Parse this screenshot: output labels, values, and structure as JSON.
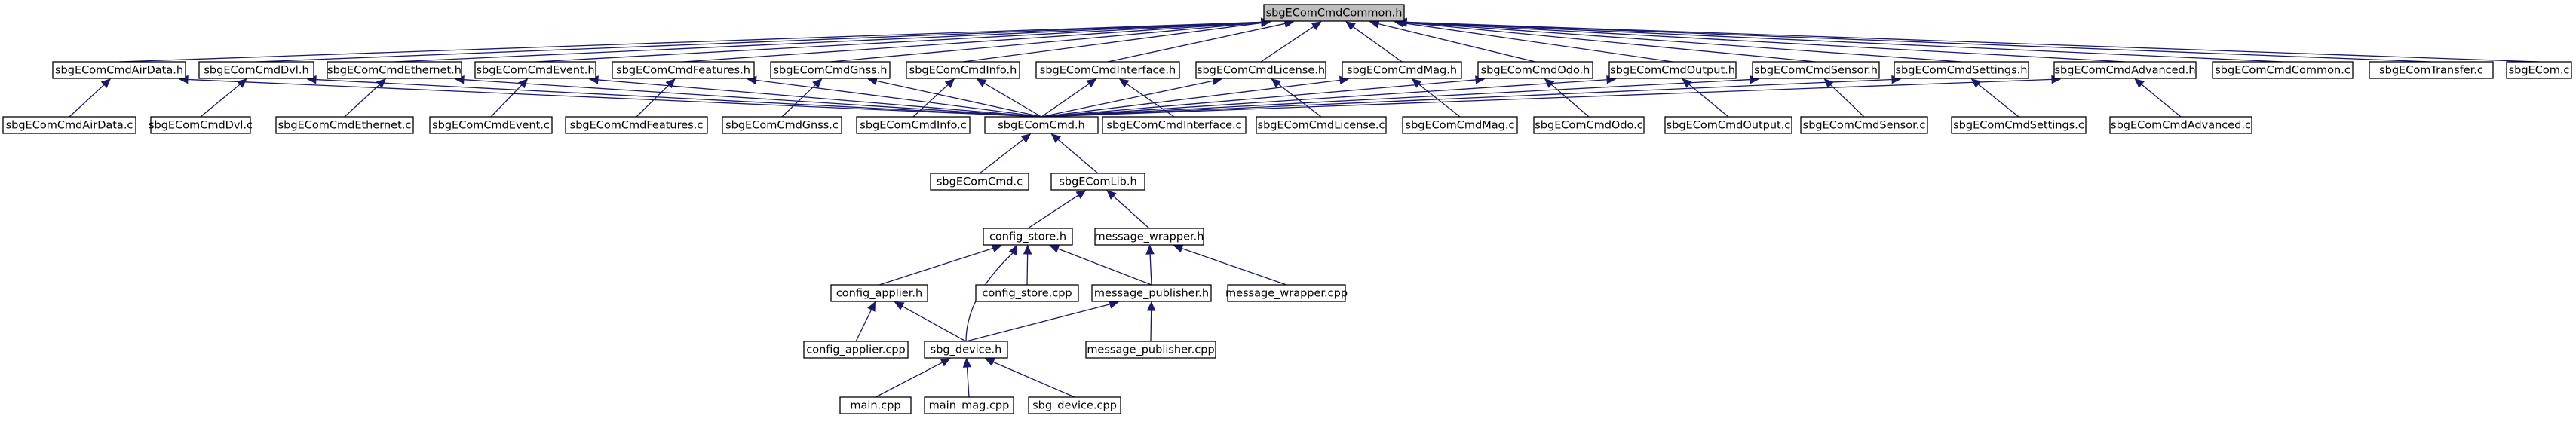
{
  "graph": {
    "root": "sbgEComCmdCommon.h",
    "nodes": [
      {
        "id": "common_h",
        "label": "sbgEComCmdCommon.h"
      },
      {
        "id": "airdata_h",
        "label": "sbgEComCmdAirData.h"
      },
      {
        "id": "dvl_h",
        "label": "sbgEComCmdDvl.h"
      },
      {
        "id": "ethernet_h",
        "label": "sbgEComCmdEthernet.h"
      },
      {
        "id": "event_h",
        "label": "sbgEComCmdEvent.h"
      },
      {
        "id": "features_h",
        "label": "sbgEComCmdFeatures.h"
      },
      {
        "id": "gnss_h",
        "label": "sbgEComCmdGnss.h"
      },
      {
        "id": "info_h",
        "label": "sbgEComCmdInfo.h"
      },
      {
        "id": "interface_h",
        "label": "sbgEComCmdInterface.h"
      },
      {
        "id": "license_h",
        "label": "sbgEComCmdLicense.h"
      },
      {
        "id": "mag_h",
        "label": "sbgEComCmdMag.h"
      },
      {
        "id": "odo_h",
        "label": "sbgEComCmdOdo.h"
      },
      {
        "id": "output_h",
        "label": "sbgEComCmdOutput.h"
      },
      {
        "id": "sensor_h",
        "label": "sbgEComCmdSensor.h"
      },
      {
        "id": "settings_h",
        "label": "sbgEComCmdSettings.h"
      },
      {
        "id": "advanced_h",
        "label": "sbgEComCmdAdvanced.h"
      },
      {
        "id": "common_c",
        "label": "sbgEComCmdCommon.c"
      },
      {
        "id": "transfer_c",
        "label": "sbgEComTransfer.c"
      },
      {
        "id": "ecom_c",
        "label": "sbgECom.c"
      },
      {
        "id": "airdata_c",
        "label": "sbgEComCmdAirData.c"
      },
      {
        "id": "dvl_c",
        "label": "sbgEComCmdDvl.c"
      },
      {
        "id": "ethernet_c",
        "label": "sbgEComCmdEthernet.c"
      },
      {
        "id": "event_c",
        "label": "sbgEComCmdEvent.c"
      },
      {
        "id": "features_c",
        "label": "sbgEComCmdFeatures.c"
      },
      {
        "id": "gnss_c",
        "label": "sbgEComCmdGnss.c"
      },
      {
        "id": "info_c",
        "label": "sbgEComCmdInfo.c"
      },
      {
        "id": "cmd_h",
        "label": "sbgEComCmd.h"
      },
      {
        "id": "interface_c",
        "label": "sbgEComCmdInterface.c"
      },
      {
        "id": "license_c",
        "label": "sbgEComCmdLicense.c"
      },
      {
        "id": "mag_c",
        "label": "sbgEComCmdMag.c"
      },
      {
        "id": "odo_c",
        "label": "sbgEComCmdOdo.c"
      },
      {
        "id": "output_c",
        "label": "sbgEComCmdOutput.c"
      },
      {
        "id": "sensor_c",
        "label": "sbgEComCmdSensor.c"
      },
      {
        "id": "settings_c",
        "label": "sbgEComCmdSettings.c"
      },
      {
        "id": "advanced_c",
        "label": "sbgEComCmdAdvanced.c"
      },
      {
        "id": "cmd_c",
        "label": "sbgEComCmd.c"
      },
      {
        "id": "lib_h",
        "label": "sbgEComLib.h"
      },
      {
        "id": "config_store_h",
        "label": "config_store.h"
      },
      {
        "id": "message_wrapper_h",
        "label": "message_wrapper.h"
      },
      {
        "id": "config_applier_h",
        "label": "config_applier.h"
      },
      {
        "id": "config_store_cpp",
        "label": "config_store.cpp"
      },
      {
        "id": "message_publisher_h",
        "label": "message_publisher.h"
      },
      {
        "id": "message_wrapper_cpp",
        "label": "message_wrapper.cpp"
      },
      {
        "id": "config_applier_cpp",
        "label": "config_applier.cpp"
      },
      {
        "id": "sbg_device_h",
        "label": "sbg_device.h"
      },
      {
        "id": "message_publisher_cpp",
        "label": "message_publisher.cpp"
      },
      {
        "id": "main_cpp",
        "label": "main.cpp"
      },
      {
        "id": "main_mag_cpp",
        "label": "main_mag.cpp"
      },
      {
        "id": "sbg_device_cpp",
        "label": "sbg_device.cpp"
      }
    ],
    "edges": [
      [
        "common_h",
        "airdata_h"
      ],
      [
        "common_h",
        "dvl_h"
      ],
      [
        "common_h",
        "ethernet_h"
      ],
      [
        "common_h",
        "event_h"
      ],
      [
        "common_h",
        "features_h"
      ],
      [
        "common_h",
        "gnss_h"
      ],
      [
        "common_h",
        "info_h"
      ],
      [
        "common_h",
        "interface_h"
      ],
      [
        "common_h",
        "license_h"
      ],
      [
        "common_h",
        "mag_h"
      ],
      [
        "common_h",
        "odo_h"
      ],
      [
        "common_h",
        "output_h"
      ],
      [
        "common_h",
        "sensor_h"
      ],
      [
        "common_h",
        "settings_h"
      ],
      [
        "common_h",
        "advanced_h"
      ],
      [
        "common_h",
        "common_c"
      ],
      [
        "common_h",
        "transfer_c"
      ],
      [
        "common_h",
        "ecom_c"
      ],
      [
        "airdata_h",
        "airdata_c"
      ],
      [
        "airdata_h",
        "cmd_h"
      ],
      [
        "dvl_h",
        "dvl_c"
      ],
      [
        "dvl_h",
        "cmd_h"
      ],
      [
        "ethernet_h",
        "ethernet_c"
      ],
      [
        "ethernet_h",
        "cmd_h"
      ],
      [
        "event_h",
        "event_c"
      ],
      [
        "event_h",
        "cmd_h"
      ],
      [
        "features_h",
        "features_c"
      ],
      [
        "features_h",
        "cmd_h"
      ],
      [
        "gnss_h",
        "gnss_c"
      ],
      [
        "gnss_h",
        "cmd_h"
      ],
      [
        "info_h",
        "info_c"
      ],
      [
        "info_h",
        "cmd_h"
      ],
      [
        "interface_h",
        "interface_c"
      ],
      [
        "interface_h",
        "cmd_h"
      ],
      [
        "license_h",
        "license_c"
      ],
      [
        "license_h",
        "cmd_h"
      ],
      [
        "mag_h",
        "mag_c"
      ],
      [
        "mag_h",
        "cmd_h"
      ],
      [
        "odo_h",
        "odo_c"
      ],
      [
        "odo_h",
        "cmd_h"
      ],
      [
        "output_h",
        "output_c"
      ],
      [
        "output_h",
        "cmd_h"
      ],
      [
        "sensor_h",
        "sensor_c"
      ],
      [
        "sensor_h",
        "cmd_h"
      ],
      [
        "settings_h",
        "settings_c"
      ],
      [
        "settings_h",
        "cmd_h"
      ],
      [
        "advanced_h",
        "advanced_c"
      ],
      [
        "advanced_h",
        "cmd_h"
      ],
      [
        "cmd_h",
        "cmd_c"
      ],
      [
        "cmd_h",
        "lib_h"
      ],
      [
        "lib_h",
        "config_store_h"
      ],
      [
        "lib_h",
        "message_wrapper_h"
      ],
      [
        "config_store_h",
        "config_applier_h"
      ],
      [
        "config_store_h",
        "config_store_cpp"
      ],
      [
        "config_store_h",
        "message_publisher_h"
      ],
      [
        "config_store_h",
        "sbg_device_h"
      ],
      [
        "message_wrapper_h",
        "message_publisher_h"
      ],
      [
        "message_wrapper_h",
        "message_wrapper_cpp"
      ],
      [
        "config_applier_h",
        "config_applier_cpp"
      ],
      [
        "config_applier_h",
        "sbg_device_h"
      ],
      [
        "message_publisher_h",
        "sbg_device_h"
      ],
      [
        "message_publisher_h",
        "message_publisher_cpp"
      ],
      [
        "sbg_device_h",
        "main_cpp"
      ],
      [
        "sbg_device_h",
        "main_mag_cpp"
      ],
      [
        "sbg_device_h",
        "sbg_device_cpp"
      ]
    ]
  },
  "colors": {
    "edge": "#191970",
    "node_border": "#000000",
    "node_fill": "#ffffff",
    "root_fill": "#bfbfbf",
    "background": "#ffffff"
  }
}
